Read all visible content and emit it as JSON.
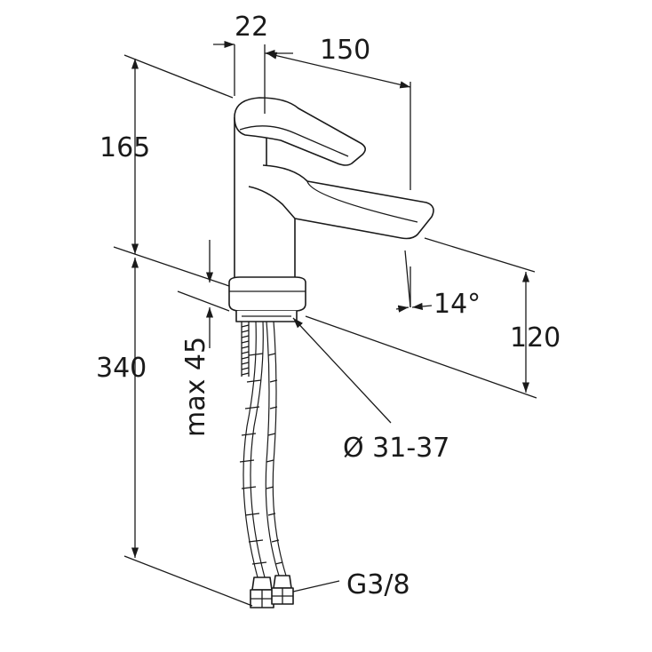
{
  "dimensions": {
    "nut_width": "22",
    "spout_reach": "150",
    "body_height": "165",
    "below_deck_length": "340",
    "max_deck_thickness": "max 45",
    "spout_angle": "14°",
    "spout_clearance": "120",
    "hole_diameter": "Ø 31-37",
    "connection_thread": "G3/8"
  }
}
